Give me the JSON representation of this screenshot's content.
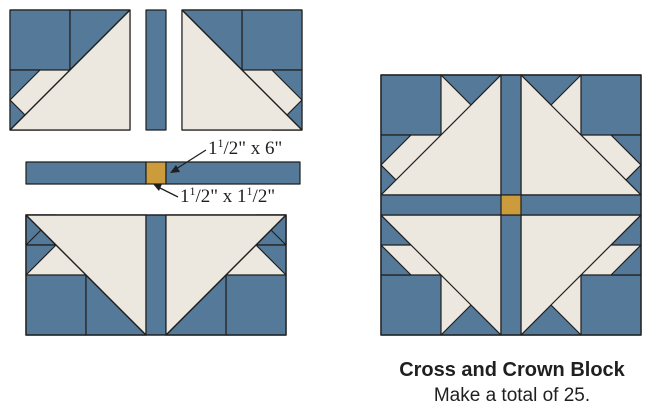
{
  "labels": {
    "sashing_strip": {
      "whole": "1",
      "num": "1",
      "den": "2",
      "rest": "\" x 6\""
    },
    "cornerstone": {
      "whole1": "1",
      "num1": "1",
      "den1": "2",
      "mid": "\" x 1",
      "num2": "1",
      "den2": "2",
      "rest": "\""
    }
  },
  "caption": {
    "title": "Cross and Crown Block",
    "subtitle": "Make a total of 25."
  },
  "colors": {
    "blue": "#557a99",
    "cream": "#ece8e0",
    "gold": "#cc9b3b",
    "outline": "#1f1f1f"
  }
}
